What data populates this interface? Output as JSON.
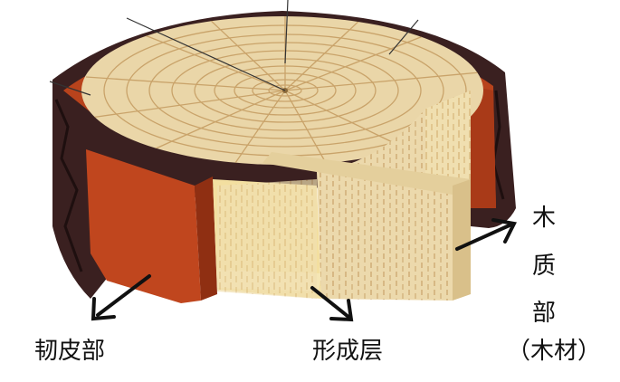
{
  "labels": {
    "phloem": "韧皮部",
    "cambium": "形成层",
    "xylem_chars": [
      "木",
      "质",
      "部"
    ],
    "xylem_note": "（木材）"
  },
  "colors": {
    "bark": "#3a2020",
    "phloem": "#c0461e",
    "cambium": "#f3dfa0",
    "wood": "#ecd9ac",
    "ring_line": "#c9a36a",
    "arrow": "#111111"
  },
  "icons": [
    "arrow-icon"
  ]
}
